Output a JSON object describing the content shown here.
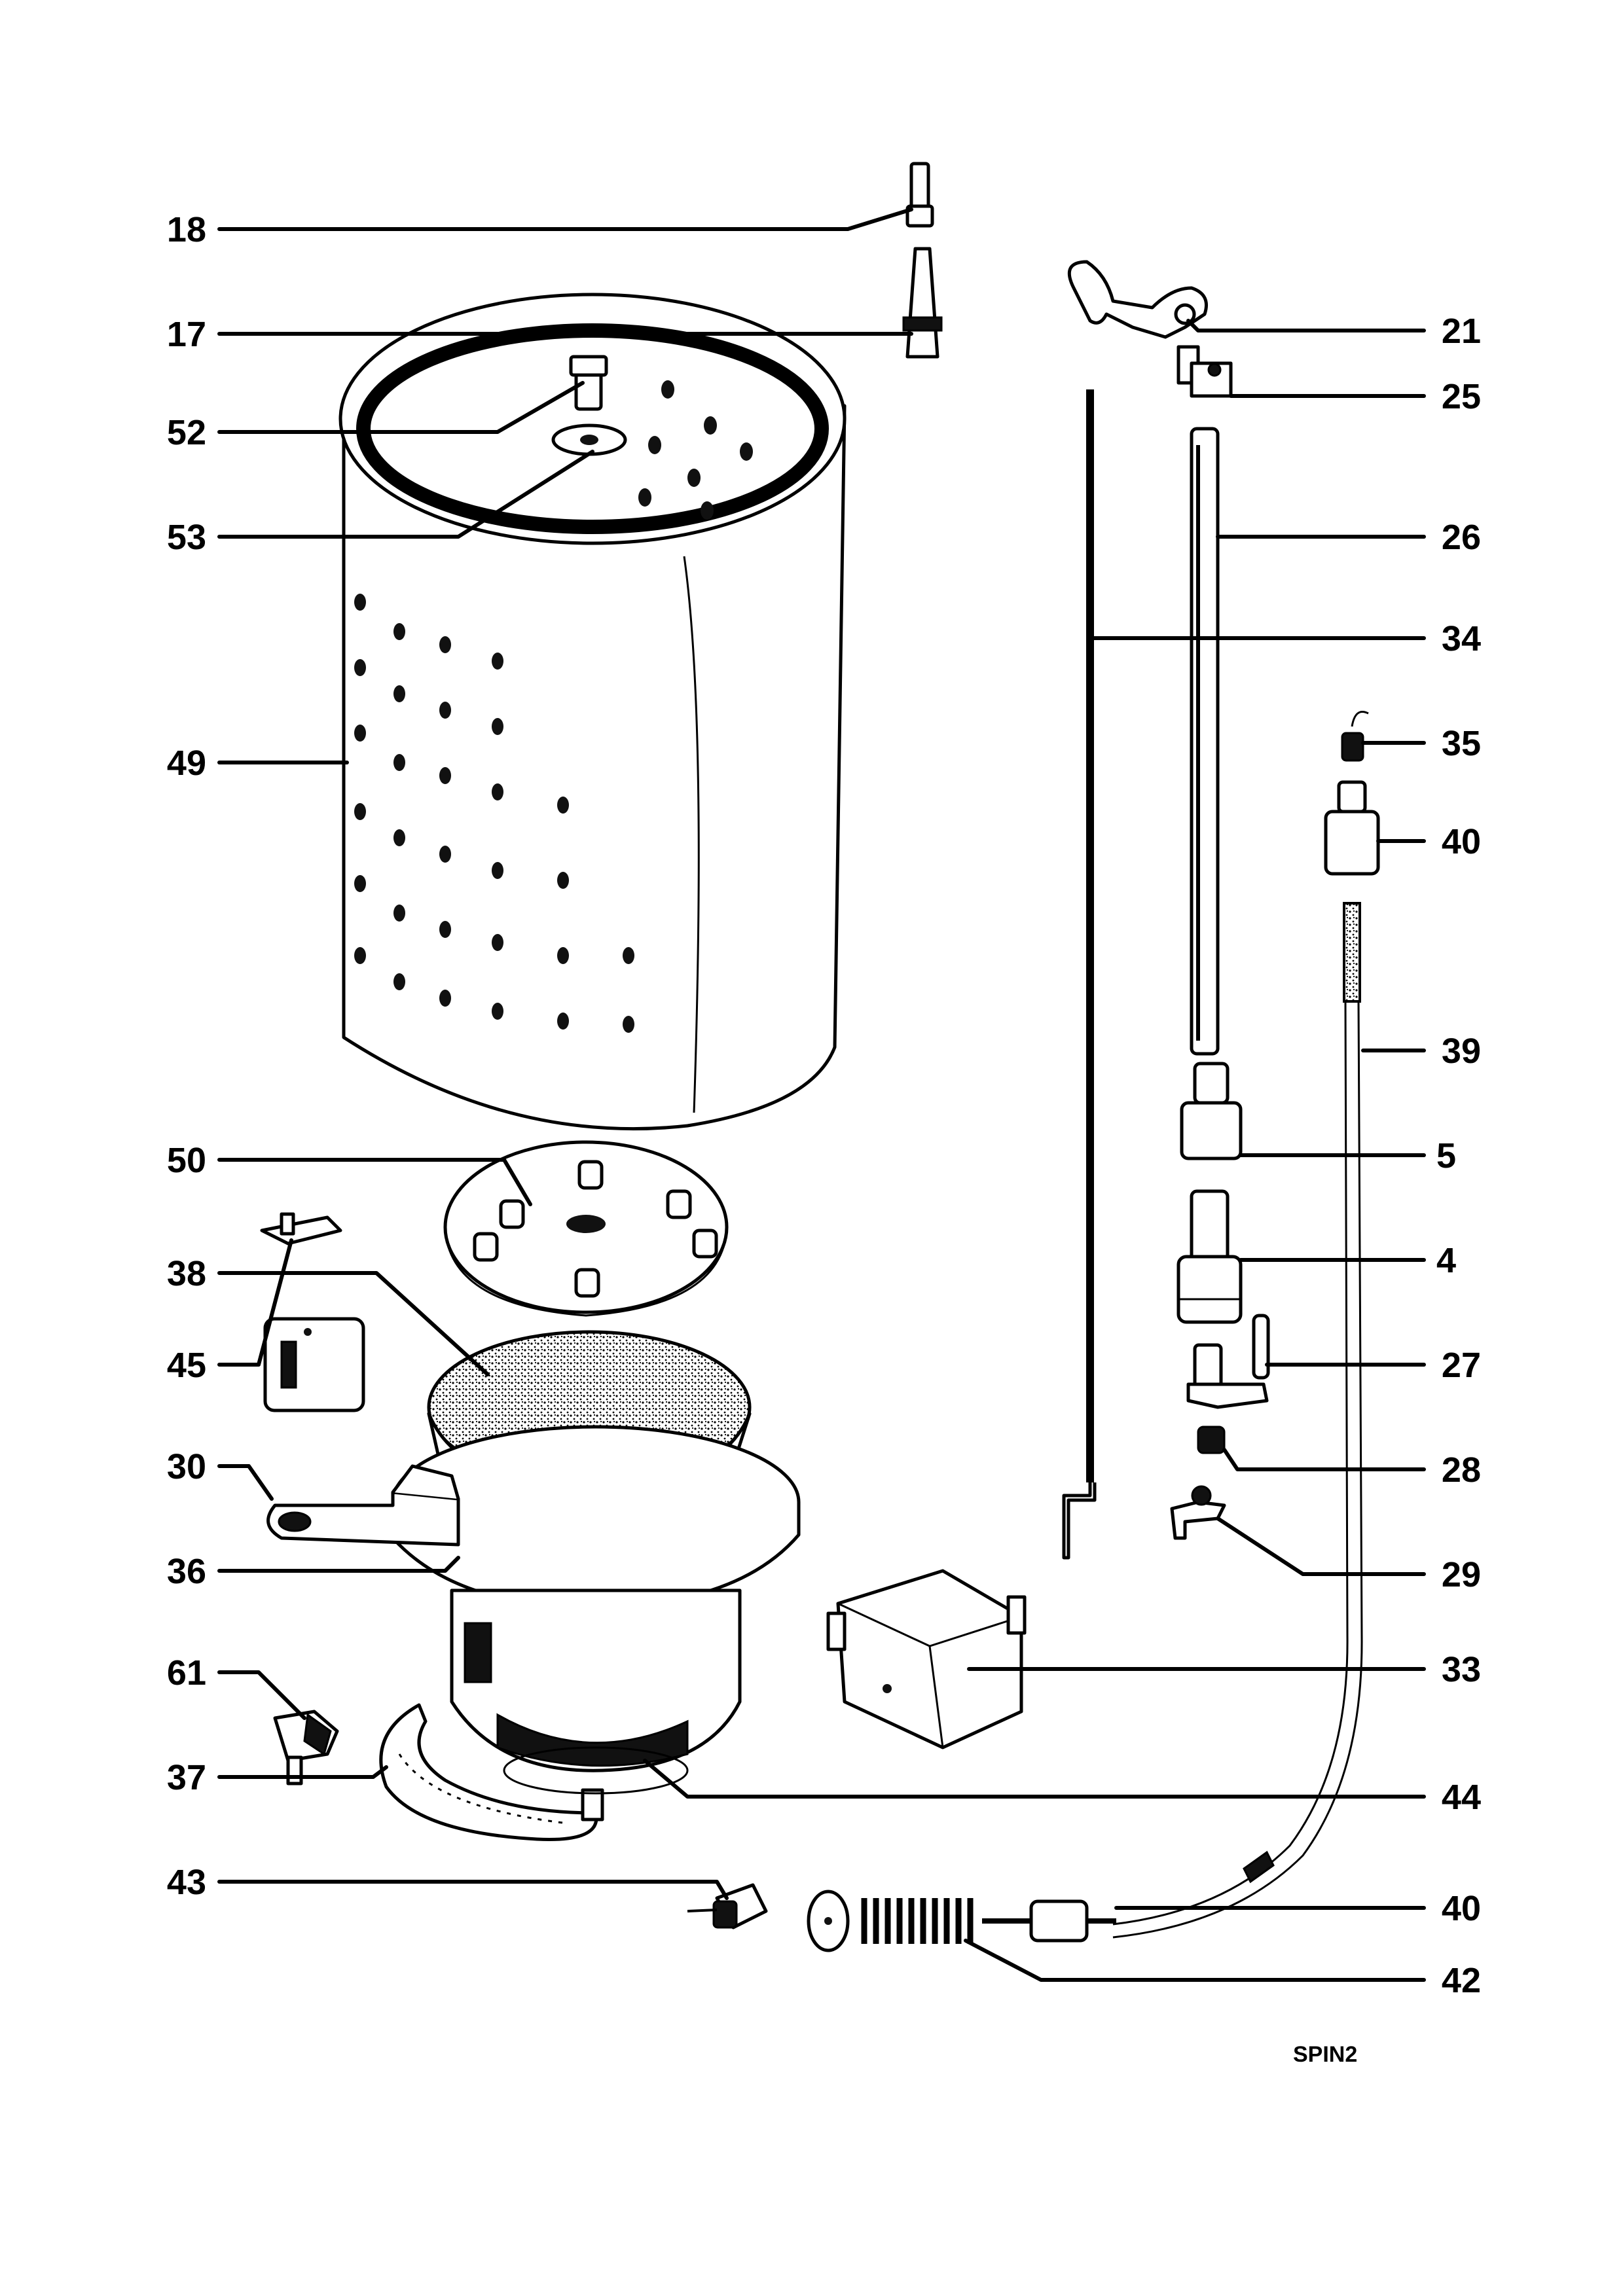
{
  "diagram": {
    "callouts_left": [
      {
        "id": "18",
        "label": "18"
      },
      {
        "id": "17",
        "label": "17"
      },
      {
        "id": "52",
        "label": "52"
      },
      {
        "id": "53",
        "label": "53"
      },
      {
        "id": "49",
        "label": "49"
      },
      {
        "id": "50",
        "label": "50"
      },
      {
        "id": "38",
        "label": "38"
      },
      {
        "id": "45",
        "label": "45"
      },
      {
        "id": "30",
        "label": "30"
      },
      {
        "id": "36",
        "label": "36"
      },
      {
        "id": "61",
        "label": "61"
      },
      {
        "id": "37",
        "label": "37"
      },
      {
        "id": "43",
        "label": "43"
      }
    ],
    "callouts_right": [
      {
        "id": "21",
        "label": "21"
      },
      {
        "id": "25",
        "label": "25"
      },
      {
        "id": "26",
        "label": "26"
      },
      {
        "id": "34",
        "label": "34"
      },
      {
        "id": "35",
        "label": "35"
      },
      {
        "id": "40a",
        "label": "40"
      },
      {
        "id": "39",
        "label": "39"
      },
      {
        "id": "5",
        "label": "5"
      },
      {
        "id": "4",
        "label": "4"
      },
      {
        "id": "27",
        "label": "27"
      },
      {
        "id": "28",
        "label": "28"
      },
      {
        "id": "29",
        "label": "29"
      },
      {
        "id": "33",
        "label": "33"
      },
      {
        "id": "44",
        "label": "44"
      },
      {
        "id": "40b",
        "label": "40"
      },
      {
        "id": "42",
        "label": "42"
      }
    ],
    "footer_code": "SPIN2"
  }
}
